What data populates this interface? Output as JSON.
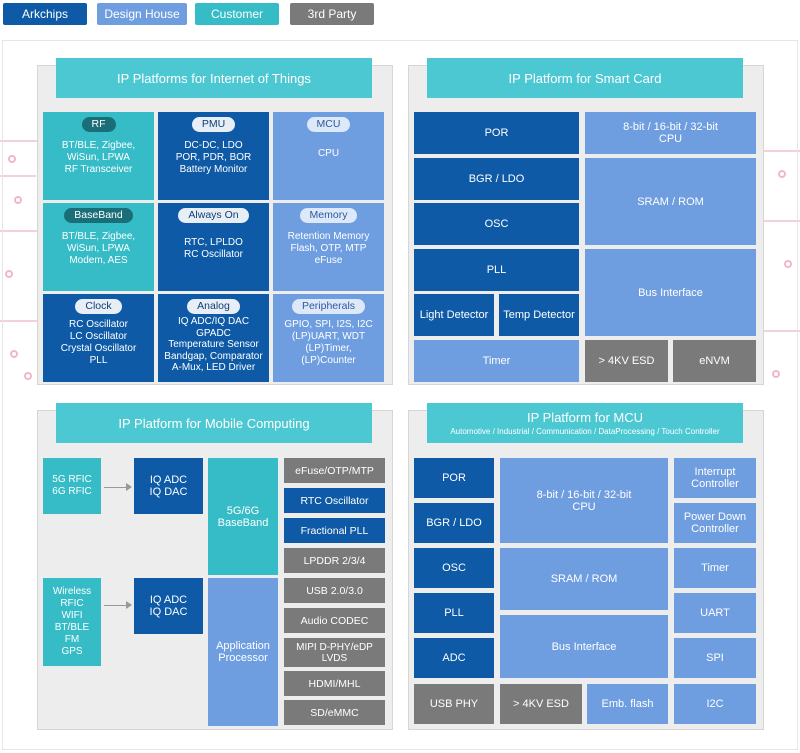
{
  "legend": [
    "Arkchips",
    "Design House",
    "Customer",
    "3rd Party"
  ],
  "colors": {
    "arkchips": "#0e5aa6",
    "design_house": "#6f9ee0",
    "customer": "#36bcc7",
    "third_party": "#7a7a7a",
    "title_bar": "#4cc8d2"
  },
  "iot": {
    "title": "IP Platforms for Internet of Things",
    "cells": [
      {
        "label": "RF",
        "lines": [
          "BT/BLE, Zigbee,",
          "WiSun, LPWA",
          "RF Transceiver"
        ]
      },
      {
        "label": "PMU",
        "lines": [
          "DC-DC, LDO",
          "POR, PDR, BOR",
          "Battery Monitor"
        ]
      },
      {
        "label": "MCU",
        "lines": [
          "CPU"
        ]
      },
      {
        "label": "BaseBand",
        "lines": [
          "BT/BLE, Zigbee,",
          "WiSun, LPWA",
          "Modem, AES"
        ]
      },
      {
        "label": "Always On",
        "lines": [
          "RTC, LPLDO",
          "RC Oscillator"
        ]
      },
      {
        "label": "Memory",
        "lines": [
          "Retention Memory",
          "Flash, OTP, MTP",
          "eFuse"
        ]
      },
      {
        "label": "Clock",
        "lines": [
          "RC Oscillator",
          "LC Oscillator",
          "Crystal Oscillator",
          "PLL"
        ]
      },
      {
        "label": "Analog",
        "lines": [
          "IQ ADC/IQ DAC",
          "GPADC",
          "Temperature Sensor",
          "Bandgap, Comparator",
          "A-Mux, LED Driver"
        ]
      },
      {
        "label": "Peripherals",
        "lines": [
          "GPIO, SPI, I2S, I2C",
          "(LP)UART, WDT",
          "(LP)Timer,",
          "(LP)Counter"
        ]
      }
    ]
  },
  "smartcard": {
    "title": "IP Platform for Smart Card",
    "por": "POR",
    "bgr": "BGR / LDO",
    "osc": "OSC",
    "pll": "PLL",
    "light": "Light Detector",
    "temp": "Temp Detector",
    "timer": "Timer",
    "cpu": [
      "8-bit / 16-bit / 32-bit",
      "CPU"
    ],
    "sram": "SRAM / ROM",
    "bus": "Bus Interface",
    "esd": "> 4KV ESD",
    "envm": "eNVM"
  },
  "mobile": {
    "title": "IP Platform for Mobile Computing",
    "rfic1": [
      "5G RFIC",
      "6G RFIC"
    ],
    "rfic2": [
      "Wireless",
      "RFIC",
      "WIFI",
      "BT/BLE",
      "FM",
      "GPS"
    ],
    "iq1": [
      "IQ ADC",
      "IQ DAC"
    ],
    "iq2": [
      "IQ ADC",
      "IQ DAC"
    ],
    "baseband": [
      "5G/6G",
      "BaseBand"
    ],
    "app": [
      "Application",
      "Processor"
    ],
    "right": [
      "eFuse/OTP/MTP",
      "RTC Oscillator",
      "Fractional PLL",
      "LPDDR 2/3/4",
      "USB 2.0/3.0",
      "Audio CODEC",
      "MIPI D-PHY/eDP\nLVDS",
      "HDMI/MHL",
      "SD/eMMC"
    ]
  },
  "mcu": {
    "title": "IP Platform for MCU",
    "subtitle": "Automotive / Industrial / Communication / DataProcessing / Touch Controller",
    "left": [
      "POR",
      "BGR / LDO",
      "OSC",
      "PLL",
      "ADC"
    ],
    "cpu": [
      "8-bit / 16-bit / 32-bit",
      "CPU"
    ],
    "sram": "SRAM / ROM",
    "bus": "Bus Interface",
    "right": [
      [
        "Interrupt",
        "Controller"
      ],
      [
        "Power Down",
        "Controller"
      ],
      [
        "Timer"
      ],
      [
        "UART"
      ],
      [
        "SPI"
      ],
      [
        "I2C"
      ]
    ],
    "bottom": [
      "USB PHY",
      "> 4KV ESD",
      "Emb. flash"
    ]
  }
}
